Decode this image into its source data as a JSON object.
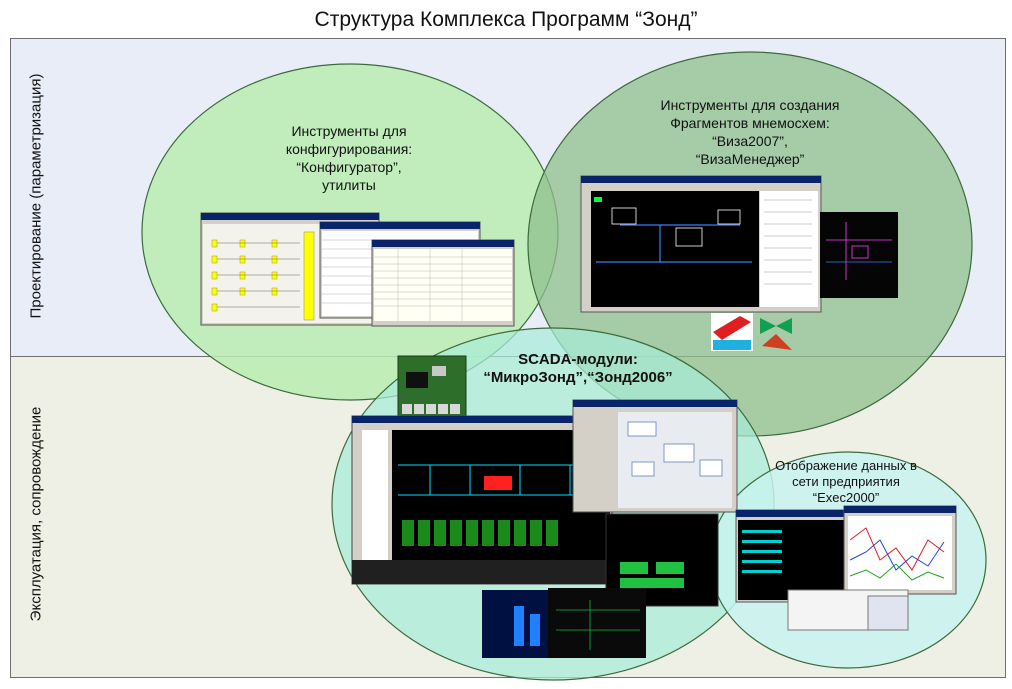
{
  "title": "Структура Комплекса Программ “Зонд”",
  "bands": {
    "top_label": "Проектирование (параметризация)",
    "bottom_label": "Эксплуатация, сопровождение"
  },
  "groups": {
    "config": {
      "lines": [
        "Инструменты для",
        "конфигурирования:",
        "“Конфигуратор”,",
        "утилиты"
      ]
    },
    "mnemo": {
      "lines": [
        "Инструменты для создания",
        "Фрагментов мнемосхем:",
        "“Виза2007”,",
        "“ВизаМенеджер”"
      ]
    },
    "scada": {
      "lines": [
        "SCADA-модули:",
        "“МикроЗонд”,“Зонд2006”"
      ]
    },
    "exec": {
      "lines": [
        "Отображение данных в",
        "сети предприятия",
        "“Exec2000”"
      ]
    }
  },
  "colors": {
    "top_band": "#e9edf8",
    "bottom_band": "#eef0e6",
    "config_fill": "#b8ecb0",
    "mnemo_fill": "#8fbf8c",
    "scada_fill": "#a8ecd8",
    "exec_fill": "#c8f2ee",
    "ellipse_stroke": "#3d6a3d"
  }
}
